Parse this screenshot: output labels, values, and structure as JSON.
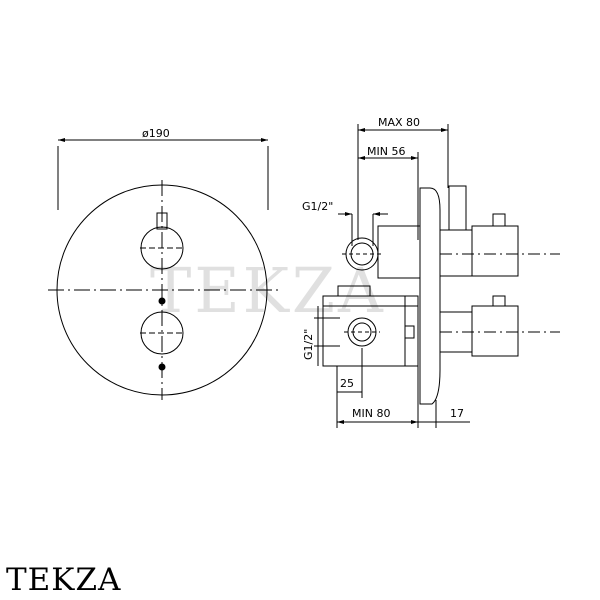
{
  "brand": "TEKZA",
  "watermark": "TEKZA",
  "front_view": {
    "diameter_label": "ø190"
  },
  "side_view": {
    "max_depth_label": "MAX 80",
    "min_depth_label": "MIN 56",
    "thread_top_label": "G1/2\"",
    "thread_side_label": "G1/2\"",
    "offset_label": "25",
    "min_length_label": "MIN 80",
    "plate_thickness_label": "17"
  }
}
